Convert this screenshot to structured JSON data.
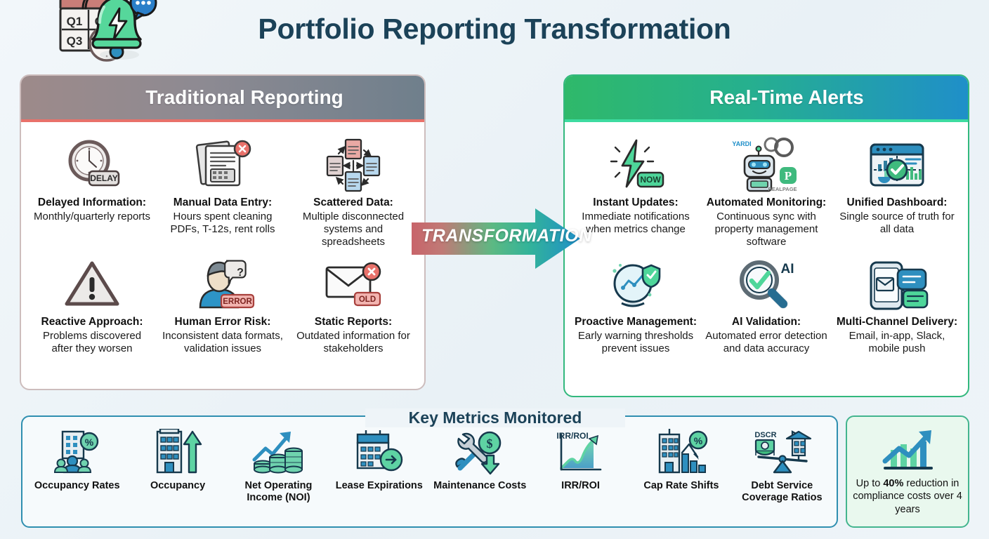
{
  "title": "Portfolio Reporting Transformation",
  "left_panel": {
    "header": "Traditional Reporting",
    "header_icon": "calendar-clock-icon",
    "items": [
      {
        "icon": "clock-delay-icon",
        "title": "Delayed Information:",
        "desc": "Monthly/quarterly reports"
      },
      {
        "icon": "documents-calculator-error-icon",
        "title": "Manual Data Entry:",
        "desc": "Hours spent cleaning PDFs, T-12s, rent rolls"
      },
      {
        "icon": "scattered-documents-icon",
        "title": "Scattered Data:",
        "desc": "Multiple disconnected systems and spreadsheets"
      },
      {
        "icon": "warning-triangle-icon",
        "title": "Reactive Approach:",
        "desc": "Problems discovered after they worsen"
      },
      {
        "icon": "person-error-icon",
        "title": "Human Error Risk:",
        "desc": "Inconsistent data formats, validation issues"
      },
      {
        "icon": "envelope-old-icon",
        "title": "Static Reports:",
        "desc": "Outdated information for stakeholders"
      }
    ]
  },
  "right_panel": {
    "header": "Real-Time Alerts",
    "header_icon": "bell-bolt-notification-icon",
    "items": [
      {
        "icon": "lightning-now-icon",
        "title": "Instant Updates:",
        "desc": "Immediate notifications when metrics change"
      },
      {
        "icon": "robot-integration-icon",
        "title": "Automated Monitoring:",
        "desc": "Continuous sync with property management software"
      },
      {
        "icon": "dashboard-check-icon",
        "title": "Unified Dashboard:",
        "desc": "Single source of truth for all data"
      },
      {
        "icon": "crystal-ball-shield-icon",
        "title": "Proactive Management:",
        "desc": "Early warning thresholds prevent issues"
      },
      {
        "icon": "magnifier-check-ai-icon",
        "title": "AI Validation:",
        "desc": "Automated error detection and data accuracy"
      },
      {
        "icon": "mobile-multichannel-icon",
        "title": "Multi-Channel Delivery:",
        "desc": "Email, in-app, Slack, mobile push"
      }
    ]
  },
  "arrow": {
    "label": "TRANSFORMATION",
    "start_color": "#c8646a",
    "mid_color": "#3fba7e",
    "end_color": "#1f8fc9"
  },
  "metrics": {
    "title": "Key Metrics Monitored",
    "items": [
      {
        "icon": "occupancy-rate-people-icon",
        "label": "Occupancy Rates"
      },
      {
        "icon": "building-up-arrow-icon",
        "label": "Occupancy"
      },
      {
        "icon": "noi-coins-trend-icon",
        "label": "Net Operating Income (NOI)"
      },
      {
        "icon": "calendar-expiry-icon",
        "label": "Lease Expirations"
      },
      {
        "icon": "wrench-dollar-down-icon",
        "label": "Maintenance Costs"
      },
      {
        "icon": "irr-roi-chart-icon",
        "label": "IRR/ROI"
      },
      {
        "icon": "cap-rate-percent-icon",
        "label": "Cap Rate Shifts"
      },
      {
        "icon": "dscr-scale-icon",
        "label": "Debt Service Coverage Ratios"
      }
    ]
  },
  "callout": {
    "icon": "growth-bar-arrow-icon",
    "prefix": "Up to ",
    "highlight": "40%",
    "suffix": " reduction in compliance costs over 4 years"
  },
  "icon_labels": {
    "delay": "DELAY",
    "error": "ERROR",
    "old": "OLD",
    "now": "NOW",
    "ai": "AI",
    "irr_roi": "IRR/ROI",
    "dscr": "DSCR",
    "q1": "Q1",
    "q2": "Q2",
    "q3": "Q3",
    "yardi": "YARDI",
    "realpage": "REALPAGE"
  },
  "colors": {
    "title": "#1b4258",
    "left_accent": "#e8716a",
    "right_accent": "#3ddba0",
    "metrics_border": "#2f8fb0",
    "callout_bg": "#e9f8ee"
  }
}
